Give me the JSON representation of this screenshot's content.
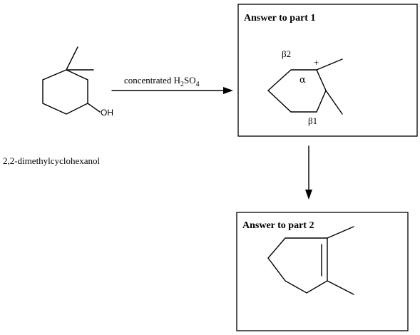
{
  "reactant": {
    "name": "2,2-dimethylcyclohexanol",
    "oh_label": "OH"
  },
  "reaction": {
    "reagent_prefix": "concentrated H",
    "reagent_sub1": "2",
    "reagent_mid": "SO",
    "reagent_sub2": "4"
  },
  "part1": {
    "title": "Answer to part 1",
    "charge": "+",
    "alpha": "α",
    "beta2": "β2",
    "beta1": "β1"
  },
  "part2": {
    "title": "Answer to part 2"
  }
}
